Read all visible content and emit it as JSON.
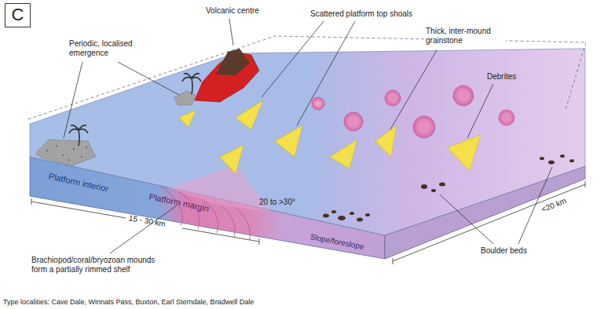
{
  "diagram": {
    "caption": "Type localities: Cave Dale, Winnats Pass, Buxton, Earl Sterndale, Bradwell Dale",
    "nodes": [
      {
        "text": [
          "C"
        ]
      }
    ],
    "labels": [
      "Periodic, localised emergence",
      "Volcanic centre",
      "Scattered platform top shoals",
      "Thick, inter-mound grainstone",
      "Debrites",
      "Platform interior",
      "Platform margin",
      "20 to >30°",
      "Slope/foreslope",
      "15 - 30 km",
      "<20 km",
      "Brachiopod/coral/bryozoan mounds form a partially rimmed shelf",
      "Boulder beds"
    ]
  }
}
